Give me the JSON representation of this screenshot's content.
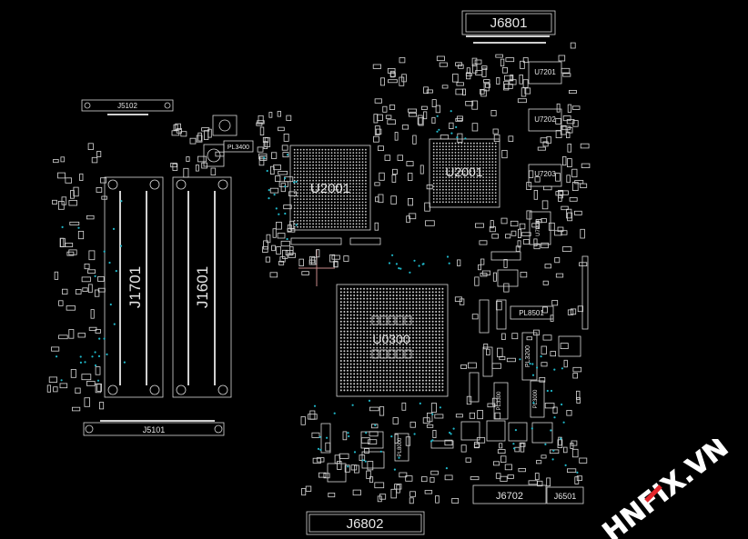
{
  "board": {
    "background": "#000000",
    "outline_color": "#d8d8d8",
    "via_color": "#1fb7c9"
  },
  "connectors": {
    "j6801": "J6801",
    "j6802": "J6802",
    "j5102": "J5102",
    "j5101": "J5101",
    "j6702": "J6702",
    "j6501": "J6501",
    "j1701": "J1701",
    "j1601": "J1601"
  },
  "chips": {
    "u2001_left": "U2001",
    "u2001_right": "U2001",
    "u0300": "U0300",
    "u7201": "U7201",
    "u7202": "U7202",
    "u7203": "U7203",
    "u7204": "U7204"
  },
  "inductors": {
    "pl3400": "PL3400",
    "pl8501": "PL8501",
    "pl3200": "PL3200",
    "pl3300": "PL3300",
    "pl3000": "PL3000",
    "pl8000": "PL8000"
  },
  "watermark": {
    "text": "HNFIX.VN",
    "accent_color": "#e2252b"
  }
}
